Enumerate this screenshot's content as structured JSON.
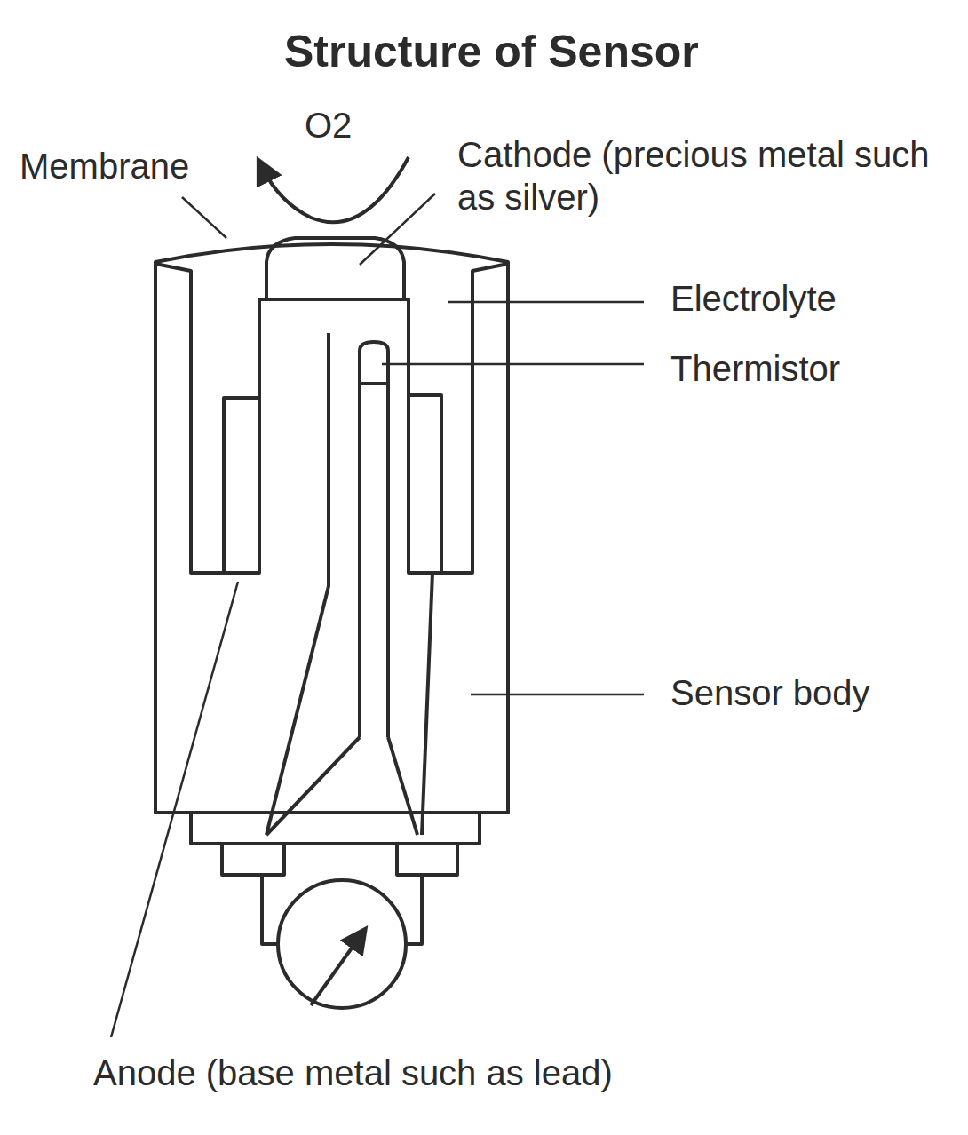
{
  "diagram": {
    "title": "Structure of Sensor",
    "labels": [
      "O2",
      "Membrane",
      "Cathode (precious metal such as silver)",
      "Electrolyte",
      "Thermistor",
      "Sensor body",
      "Anode (base metal such as lead)"
    ]
  }
}
